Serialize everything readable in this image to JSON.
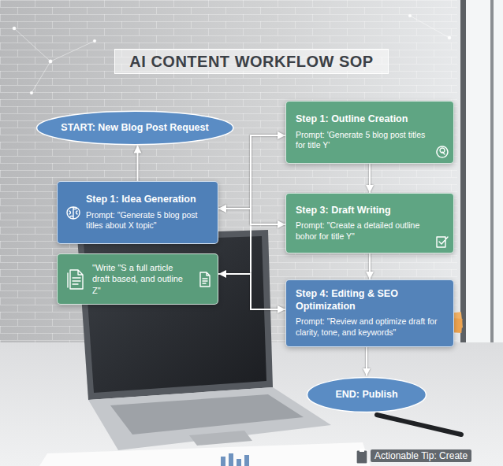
{
  "diagram": {
    "title": "AI CONTENT WORKFLOW SOP",
    "nodes": [
      {
        "text": [
          "START: New Blog Post Request"
        ]
      },
      {
        "text": [
          "Step 1: Outline Creation",
          "Prompt: 'Generate 5 blog post titles for title Y'"
        ]
      },
      {
        "text": [
          "Step 1: Idea Generation",
          "Prompt: \"Generate 5 blog post titles about X topic\""
        ]
      },
      {
        "text": [
          "Step 3: Draft Writing",
          "Prompt: \"Create a detailed outline bohor for title Y\""
        ]
      },
      {
        "text": [
          "\"Write \"S a full article draft based, and outline Z\""
        ]
      },
      {
        "text": [
          "Step 4: Editing & SEO Optimization",
          "Prompt: \"Review and optimize draft for clarity, tone, and keywords\""
        ]
      },
      {
        "text": [
          "END: Publish"
        ]
      }
    ],
    "edges": [
      {
        "from": 2,
        "to": 0,
        "arrow": "to"
      },
      {
        "from": 2,
        "to": 1,
        "arrow": "both"
      },
      {
        "from": 2,
        "to": 3,
        "arrow": "both"
      },
      {
        "from": 4,
        "to": 5,
        "arrow": "both"
      },
      {
        "from": 1,
        "to": 3,
        "arrow": "to"
      },
      {
        "from": 3,
        "to": 5,
        "arrow": "to"
      },
      {
        "from": 5,
        "to": 6,
        "arrow": "to"
      }
    ],
    "labels": [
      "Actionable Tip: Create"
    ]
  }
}
